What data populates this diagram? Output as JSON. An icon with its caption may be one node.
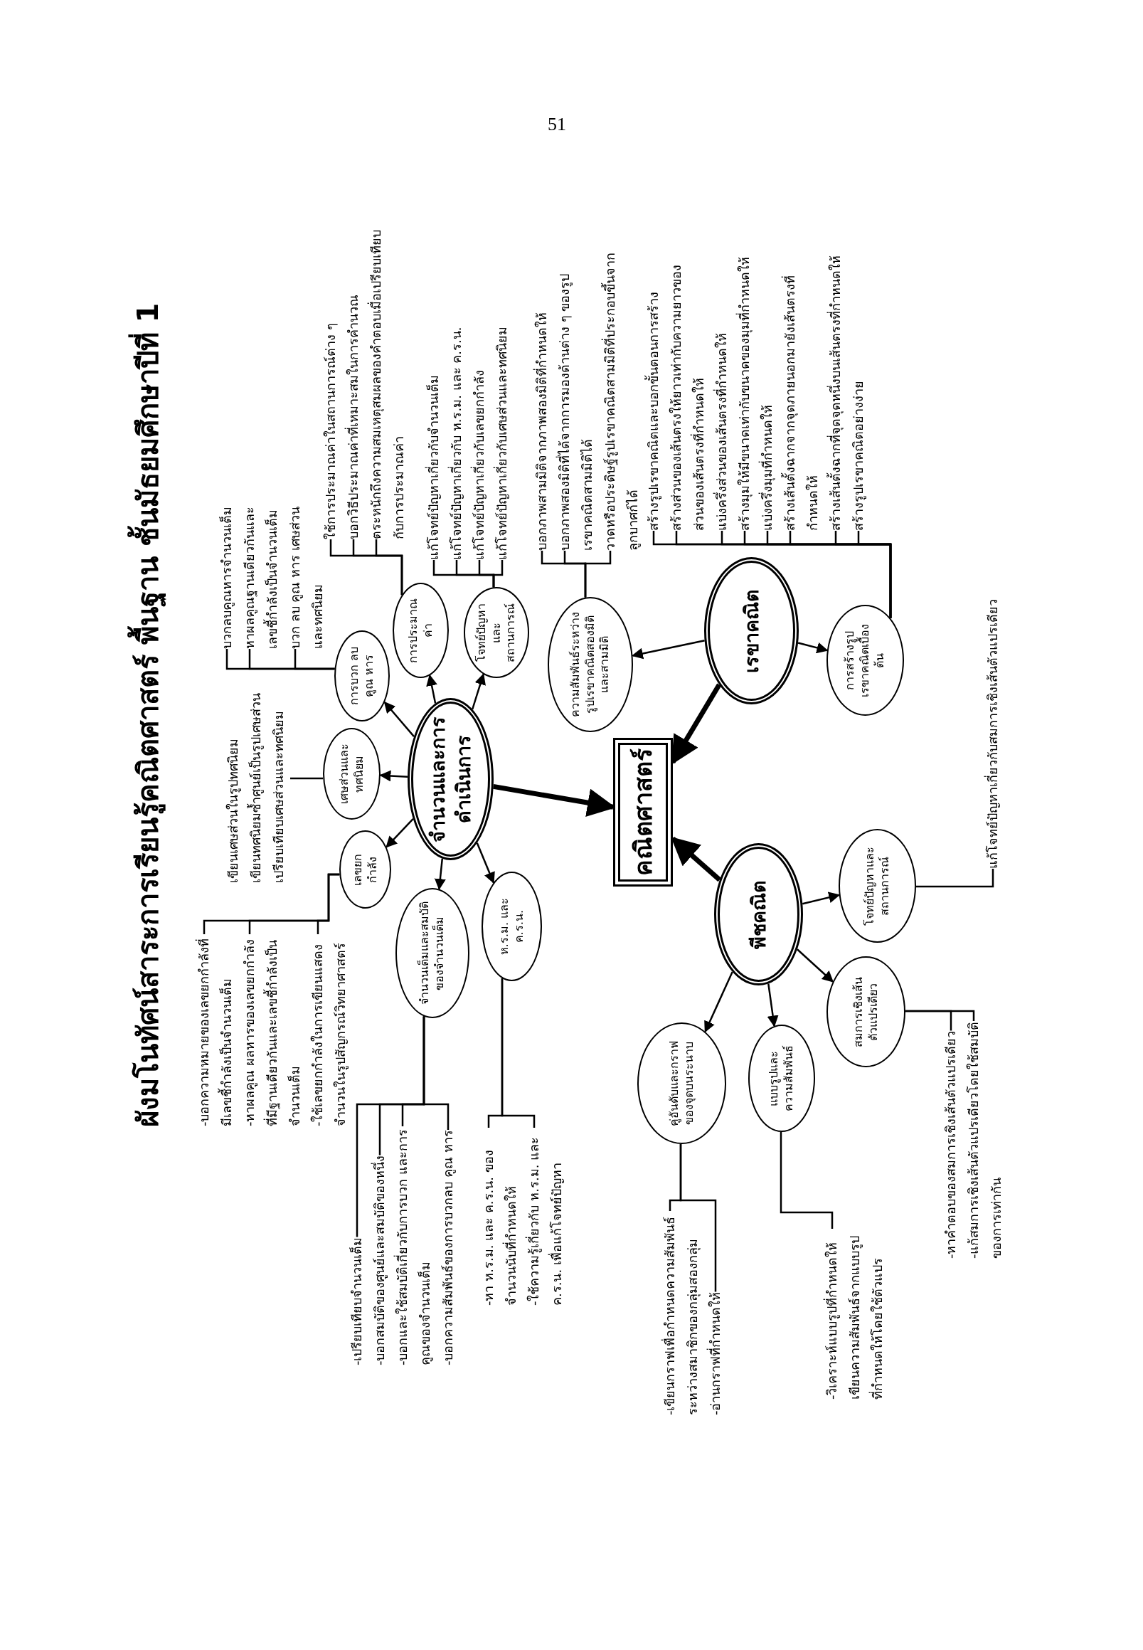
{
  "diagram": {
    "title": "ผังมโนทัศน์สาระการเรียนรู้คณิตศาสตร์ พื้นฐาน ชั้นมัธยมศึกษาปีที่ 1",
    "nodes": [
      {
        "text": [
          "คณิตศาสตร์"
        ]
      },
      {
        "text": [
          "จำนวนและการดำเนินการ"
        ]
      },
      {
        "text": [
          "เรขาคณิต"
        ]
      },
      {
        "text": [
          "พีชคณิต"
        ]
      },
      {
        "text": [
          "การบวก ลบ คูณ หาร"
        ]
      },
      {
        "text": [
          "การประมาณค่า"
        ]
      },
      {
        "text": [
          "โจทย์ปัญหาและสถานการณ์"
        ]
      },
      {
        "text": [
          "เศษส่วนและทศนิยม"
        ]
      },
      {
        "text": [
          "เลขยกกำลัง"
        ]
      },
      {
        "text": [
          "จำนวนเต็มและสมบัติของจำนวนเต็ม"
        ]
      },
      {
        "text": [
          "ห.ร.ม. และ ค.ร.น."
        ]
      },
      {
        "text": [
          "ความสัมพันธ์ระหว่างรูปเรขาคณิตสองมิติและสามมิติ"
        ]
      },
      {
        "text": [
          "การสร้างรูปเรขาคณิตเบื้องต้น"
        ]
      },
      {
        "text": [
          "โจทย์ปัญหาและสถานการณ์"
        ]
      },
      {
        "text": [
          "สมการเชิงเส้นตัวแปรเดียว"
        ]
      },
      {
        "text": [
          "แบบรูปและความสัมพันธ์"
        ]
      },
      {
        "text": [
          "คู่อันดับและกราฟของจุดบนระนาบ"
        ]
      },
      {
        "text": [
          "บวกลบคูณหารจำนวนเต็ม"
        ]
      },
      {
        "text": [
          "หาผลคูณฐานเดียวกันและเลขชี้กำลังเป็นจำนวนเต็ม"
        ]
      },
      {
        "text": [
          "บวก ลบ คูณ หาร เศษส่วนและทศนิยม"
        ]
      },
      {
        "text": [
          "ใช้การประมาณค่าในสถานการณ์ต่าง ๆ"
        ]
      },
      {
        "text": [
          "บอกวิธีประมาณค่าที่เหมาะสมในการคำนวณ"
        ]
      },
      {
        "text": [
          "ตระหนักถึงความสมเหตุสมผลของคำตอบเมื่อเปรียบเทียบกับการประมาณค่า"
        ]
      },
      {
        "text": [
          "แก้โจทย์ปัญหาเกี่ยวกับจำนวนเต็ม"
        ]
      },
      {
        "text": [
          "แก้โจทย์ปัญหาเกี่ยวกับ ห.ร.ม. และ ค.ร.น."
        ]
      },
      {
        "text": [
          "แก้โจทย์ปัญหาเกี่ยวกับเลขยกกำลัง"
        ]
      },
      {
        "text": [
          "แก้โจทย์ปัญหาเกี่ยวกับเศษส่วนและทศนิยม"
        ]
      },
      {
        "text": [
          "บอกภาพสามมิติจากภาพสองมิติที่กำหนดให้"
        ]
      },
      {
        "text": [
          "บอกภาพสองมิติที่ได้จากการมองด้านต่าง ๆ ของรูปเรขาคณิตสามมิติได้"
        ]
      },
      {
        "text": [
          "วาดหรือประดิษฐ์รูปเรขาคณิตสามมิติที่ประกอบขึ้นจากลูกบาศก์ได้"
        ]
      },
      {
        "text": [
          "สร้างรูปเรขาคณิตและบอกขั้นตอนการสร้าง"
        ]
      },
      {
        "text": [
          "สร้างส่วนของเส้นตรงให้ยาวเท่ากับความยาวของส่วนของเส้นตรงที่กำหนดให้"
        ]
      },
      {
        "text": [
          "แบ่งครึ่งส่วนของเส้นตรงที่กำหนดให้"
        ]
      },
      {
        "text": [
          "สร้างมุมให้มีขนาดเท่ากับขนาดของมุมที่กำหนดให้"
        ]
      },
      {
        "text": [
          "แบ่งครึ่งมุมที่กำหนดให้"
        ]
      },
      {
        "text": [
          "สร้างเส้นตั้งฉากจากจุดภายนอกมายังเส้นตรงที่กำหนดให้"
        ]
      },
      {
        "text": [
          "สร้างเส้นตั้งฉากที่จุดจุดหนึ่งบนเส้นตรงที่กำหนดให้"
        ]
      },
      {
        "text": [
          "สร้างรูปเรขาคณิตอย่างง่าย"
        ]
      },
      {
        "text": [
          "แก้โจทย์ปัญหาเกี่ยวกับสมการเชิงเส้นตัวแปรเดียว"
        ]
      },
      {
        "text": [
          "-หาคำตอบของสมการเชิงเส้นตัวแปรเดียว"
        ]
      },
      {
        "text": [
          "-แก้สมการเชิงเส้นตัวแปรเดียวโดยใช้สมบัติของการเท่ากัน"
        ]
      },
      {
        "text": [
          "-วิเคราะห์แบบรูปที่กำหนดให้ เขียนความสัมพันธ์จากแบบรูปที่กำหนดให้โดยใช้ตัวแปร"
        ]
      },
      {
        "text": [
          "-เขียนกราฟเพื่อกำหนดความสัมพันธ์ระหว่างสมาชิกของกลุ่มสองกลุ่ม"
        ]
      },
      {
        "text": [
          "-อ่านกราฟที่กำหนดให้"
        ]
      },
      {
        "text": [
          "-หา ห.ร.ม. และ ค.ร.น. ของจำนวนนับที่กำหนดให้"
        ]
      },
      {
        "text": [
          "-ใช้ความรู้เกี่ยวกับ ห.ร.ม. และ ค.ร.น. เพื่อแก้โจทย์ปัญหา"
        ]
      },
      {
        "text": [
          "-เปรียบเทียบจำนวนเต็ม"
        ]
      },
      {
        "text": [
          "-บอกสมบัติของศูนย์และสมบัติของหนึ่ง"
        ]
      },
      {
        "text": [
          "-บอกและใช้สมบัติเกี่ยวกับการบวก และการคูณของจำนวนเต็ม"
        ]
      },
      {
        "text": [
          "-บอกความสัมพันธ์ของการบวกลบ คูณ หาร"
        ]
      },
      {
        "text": [
          "-บอกความหมายของเลขยกกำลังที่มีเลขชี้กำลังเป็นจำนวนเต็ม"
        ]
      },
      {
        "text": [
          "-หาผลคูณ ผลหารของเลขยกกำลังที่มีฐานเดียวกันและเลขชี้กำลังเป็นจำนวนเต็ม"
        ]
      },
      {
        "text": [
          "-ใช้เลขยกกำลังในการเขียนแสดงจำนวนในรูปสัญกรณ์วิทยาศาสตร์"
        ]
      },
      {
        "text": [
          "เขียนเศษส่วนในรูปทศนิยม",
          "เขียนทศนิยมซ้ำศูนย์เป็นรูปเศษส่วน",
          "เปรียบเทียบเศษส่วนและทศนิยม"
        ]
      }
    ],
    "edges": [
      {
        "from": 1,
        "to": 0,
        "arrow": "to",
        "style": "thick"
      },
      {
        "from": 2,
        "to": 0,
        "arrow": "to",
        "style": "thick"
      },
      {
        "from": 3,
        "to": 0,
        "arrow": "to",
        "style": "thick"
      },
      {
        "from": 1,
        "to": 4,
        "arrow": "to"
      },
      {
        "from": 1,
        "to": 5,
        "arrow": "to"
      },
      {
        "from": 1,
        "to": 6,
        "arrow": "to"
      },
      {
        "from": 1,
        "to": 7,
        "arrow": "to"
      },
      {
        "from": 1,
        "to": 8,
        "arrow": "to"
      },
      {
        "from": 1,
        "to": 9,
        "arrow": "to"
      },
      {
        "from": 1,
        "to": 10,
        "arrow": "to"
      },
      {
        "from": 2,
        "to": 11,
        "arrow": "to"
      },
      {
        "from": 2,
        "to": 12,
        "arrow": "to"
      },
      {
        "from": 3,
        "to": 13,
        "arrow": "to"
      },
      {
        "from": 3,
        "to": 14,
        "arrow": "to"
      },
      {
        "from": 3,
        "to": 15,
        "arrow": "to"
      },
      {
        "from": 3,
        "to": 16,
        "arrow": "to"
      },
      {
        "from": 4,
        "to": 17,
        "arrow": "none"
      },
      {
        "from": 4,
        "to": 18,
        "arrow": "none"
      },
      {
        "from": 4,
        "to": 19,
        "arrow": "none"
      },
      {
        "from": 5,
        "to": 20,
        "arrow": "none"
      },
      {
        "from": 5,
        "to": 21,
        "arrow": "none"
      },
      {
        "from": 5,
        "to": 22,
        "arrow": "none"
      },
      {
        "from": 6,
        "to": 23,
        "arrow": "none"
      },
      {
        "from": 6,
        "to": 24,
        "arrow": "none"
      },
      {
        "from": 6,
        "to": 25,
        "arrow": "none"
      },
      {
        "from": 6,
        "to": 26,
        "arrow": "none"
      },
      {
        "from": 11,
        "to": 27,
        "arrow": "none"
      },
      {
        "from": 11,
        "to": 28,
        "arrow": "none"
      },
      {
        "from": 11,
        "to": 29,
        "arrow": "none"
      },
      {
        "from": 12,
        "to": 30,
        "arrow": "none"
      },
      {
        "from": 12,
        "to": 31,
        "arrow": "none"
      },
      {
        "from": 12,
        "to": 32,
        "arrow": "none"
      },
      {
        "from": 12,
        "to": 33,
        "arrow": "none"
      },
      {
        "from": 12,
        "to": 34,
        "arrow": "none"
      },
      {
        "from": 12,
        "to": 35,
        "arrow": "none"
      },
      {
        "from": 12,
        "to": 36,
        "arrow": "none"
      },
      {
        "from": 12,
        "to": 37,
        "arrow": "none"
      },
      {
        "from": 13,
        "to": 38,
        "arrow": "none"
      },
      {
        "from": 14,
        "to": 39,
        "arrow": "none"
      },
      {
        "from": 14,
        "to": 40,
        "arrow": "none"
      },
      {
        "from": 15,
        "to": 41,
        "arrow": "none"
      },
      {
        "from": 16,
        "to": 42,
        "arrow": "none"
      },
      {
        "from": 16,
        "to": 43,
        "arrow": "none"
      },
      {
        "from": 10,
        "to": 44,
        "arrow": "none"
      },
      {
        "from": 10,
        "to": 45,
        "arrow": "none"
      },
      {
        "from": 9,
        "to": 46,
        "arrow": "none"
      },
      {
        "from": 9,
        "to": 47,
        "arrow": "none"
      },
      {
        "from": 9,
        "to": 48,
        "arrow": "none"
      },
      {
        "from": 9,
        "to": 49,
        "arrow": "none"
      },
      {
        "from": 8,
        "to": 50,
        "arrow": "none"
      },
      {
        "from": 8,
        "to": 51,
        "arrow": "none"
      },
      {
        "from": 8,
        "to": 52,
        "arrow": "none"
      },
      {
        "from": 7,
        "to": 53,
        "arrow": "none"
      }
    ],
    "labels": [
      "51"
    ]
  }
}
